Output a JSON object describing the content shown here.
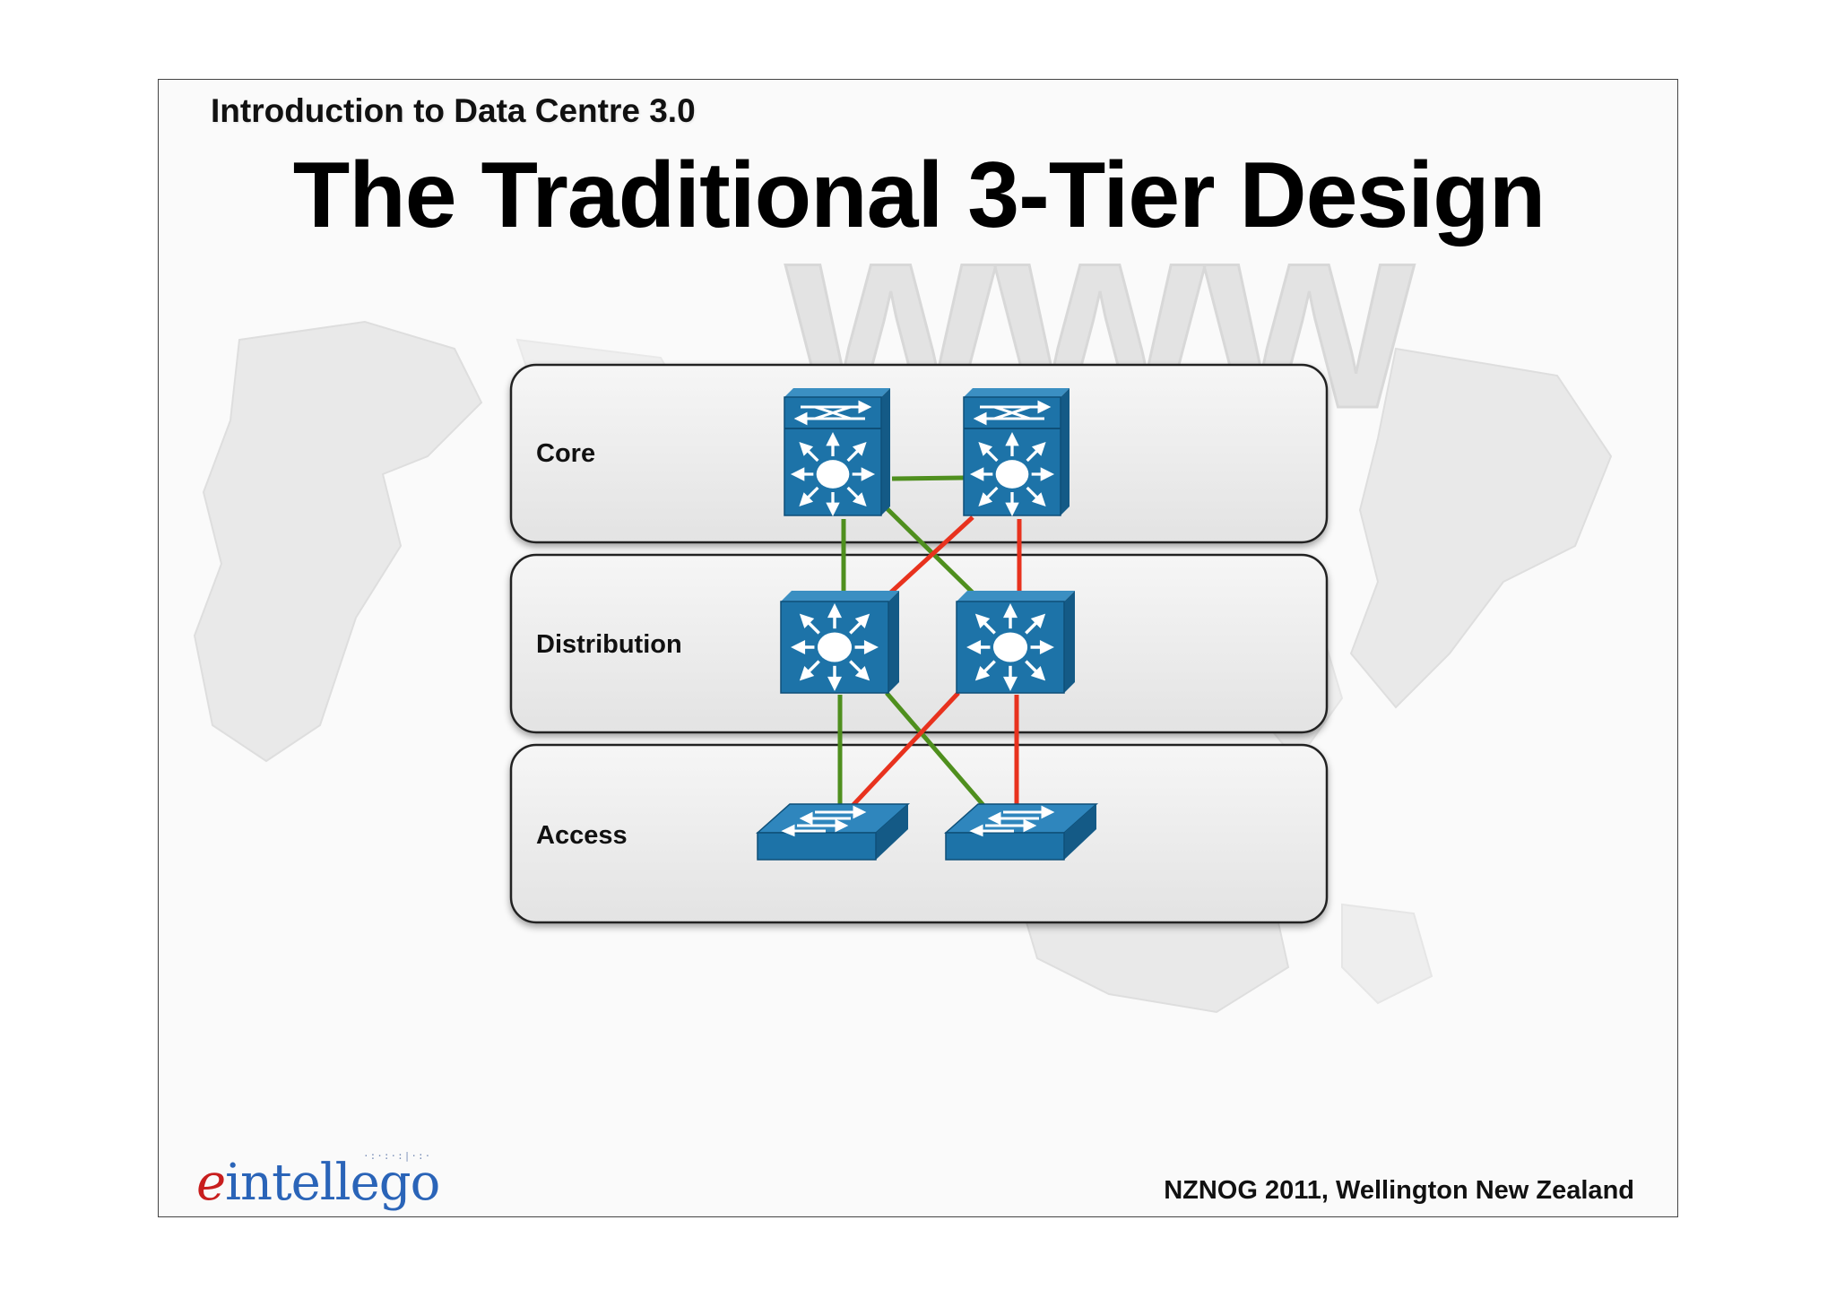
{
  "header": {
    "subtitle": "Introduction to Data Centre 3.0",
    "title": "The Traditional 3-Tier Design"
  },
  "background": {
    "watermark_text": "www"
  },
  "diagram": {
    "tiers": [
      {
        "label": "Core"
      },
      {
        "label": "Distribution"
      },
      {
        "label": "Access"
      }
    ],
    "colors": {
      "device_fill": "#1d73a8",
      "link_green": "#4f8f1e",
      "link_red": "#e8321e",
      "tier_fill": "#eeeeee"
    },
    "icons": [
      "layer3-switch-icon",
      "multilayer-core-switch-icon",
      "workgroup-switch-icon"
    ]
  },
  "logo": {
    "e": "e",
    "rest": "intellego",
    "dots": "·:·:·:|·:· "
  },
  "footer": {
    "text": "NZNOG 2011, Wellington New Zealand"
  }
}
